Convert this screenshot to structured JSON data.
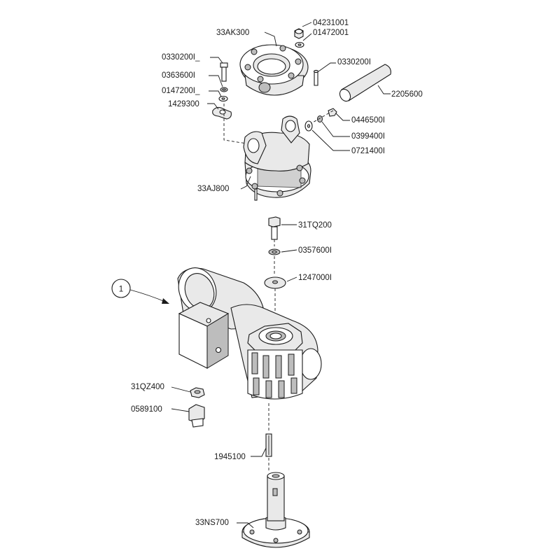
{
  "callout": "1",
  "labels": {
    "p0423100": "04231001",
    "p33ak300": "33AK300",
    "p0147200a": "01472001",
    "p0330200a": "0330200I_",
    "p0330200b": "0330200I",
    "p0363600": "0363600I",
    "p2205600": "2205600",
    "p0147200b": "0147200I_",
    "p1429300": "1429300",
    "p0446500": "0446500I",
    "p0399400": "0399400I",
    "p0721400": "0721400I",
    "p33aj800": "33AJ800",
    "p31tq200": "31TQ200",
    "p0357600": "0357600I",
    "p1247000": "1247000I",
    "p31qz400": "31QZ400",
    "p0589100": "0589100",
    "p1945100": "1945100",
    "p33ns700": "33NS700"
  }
}
